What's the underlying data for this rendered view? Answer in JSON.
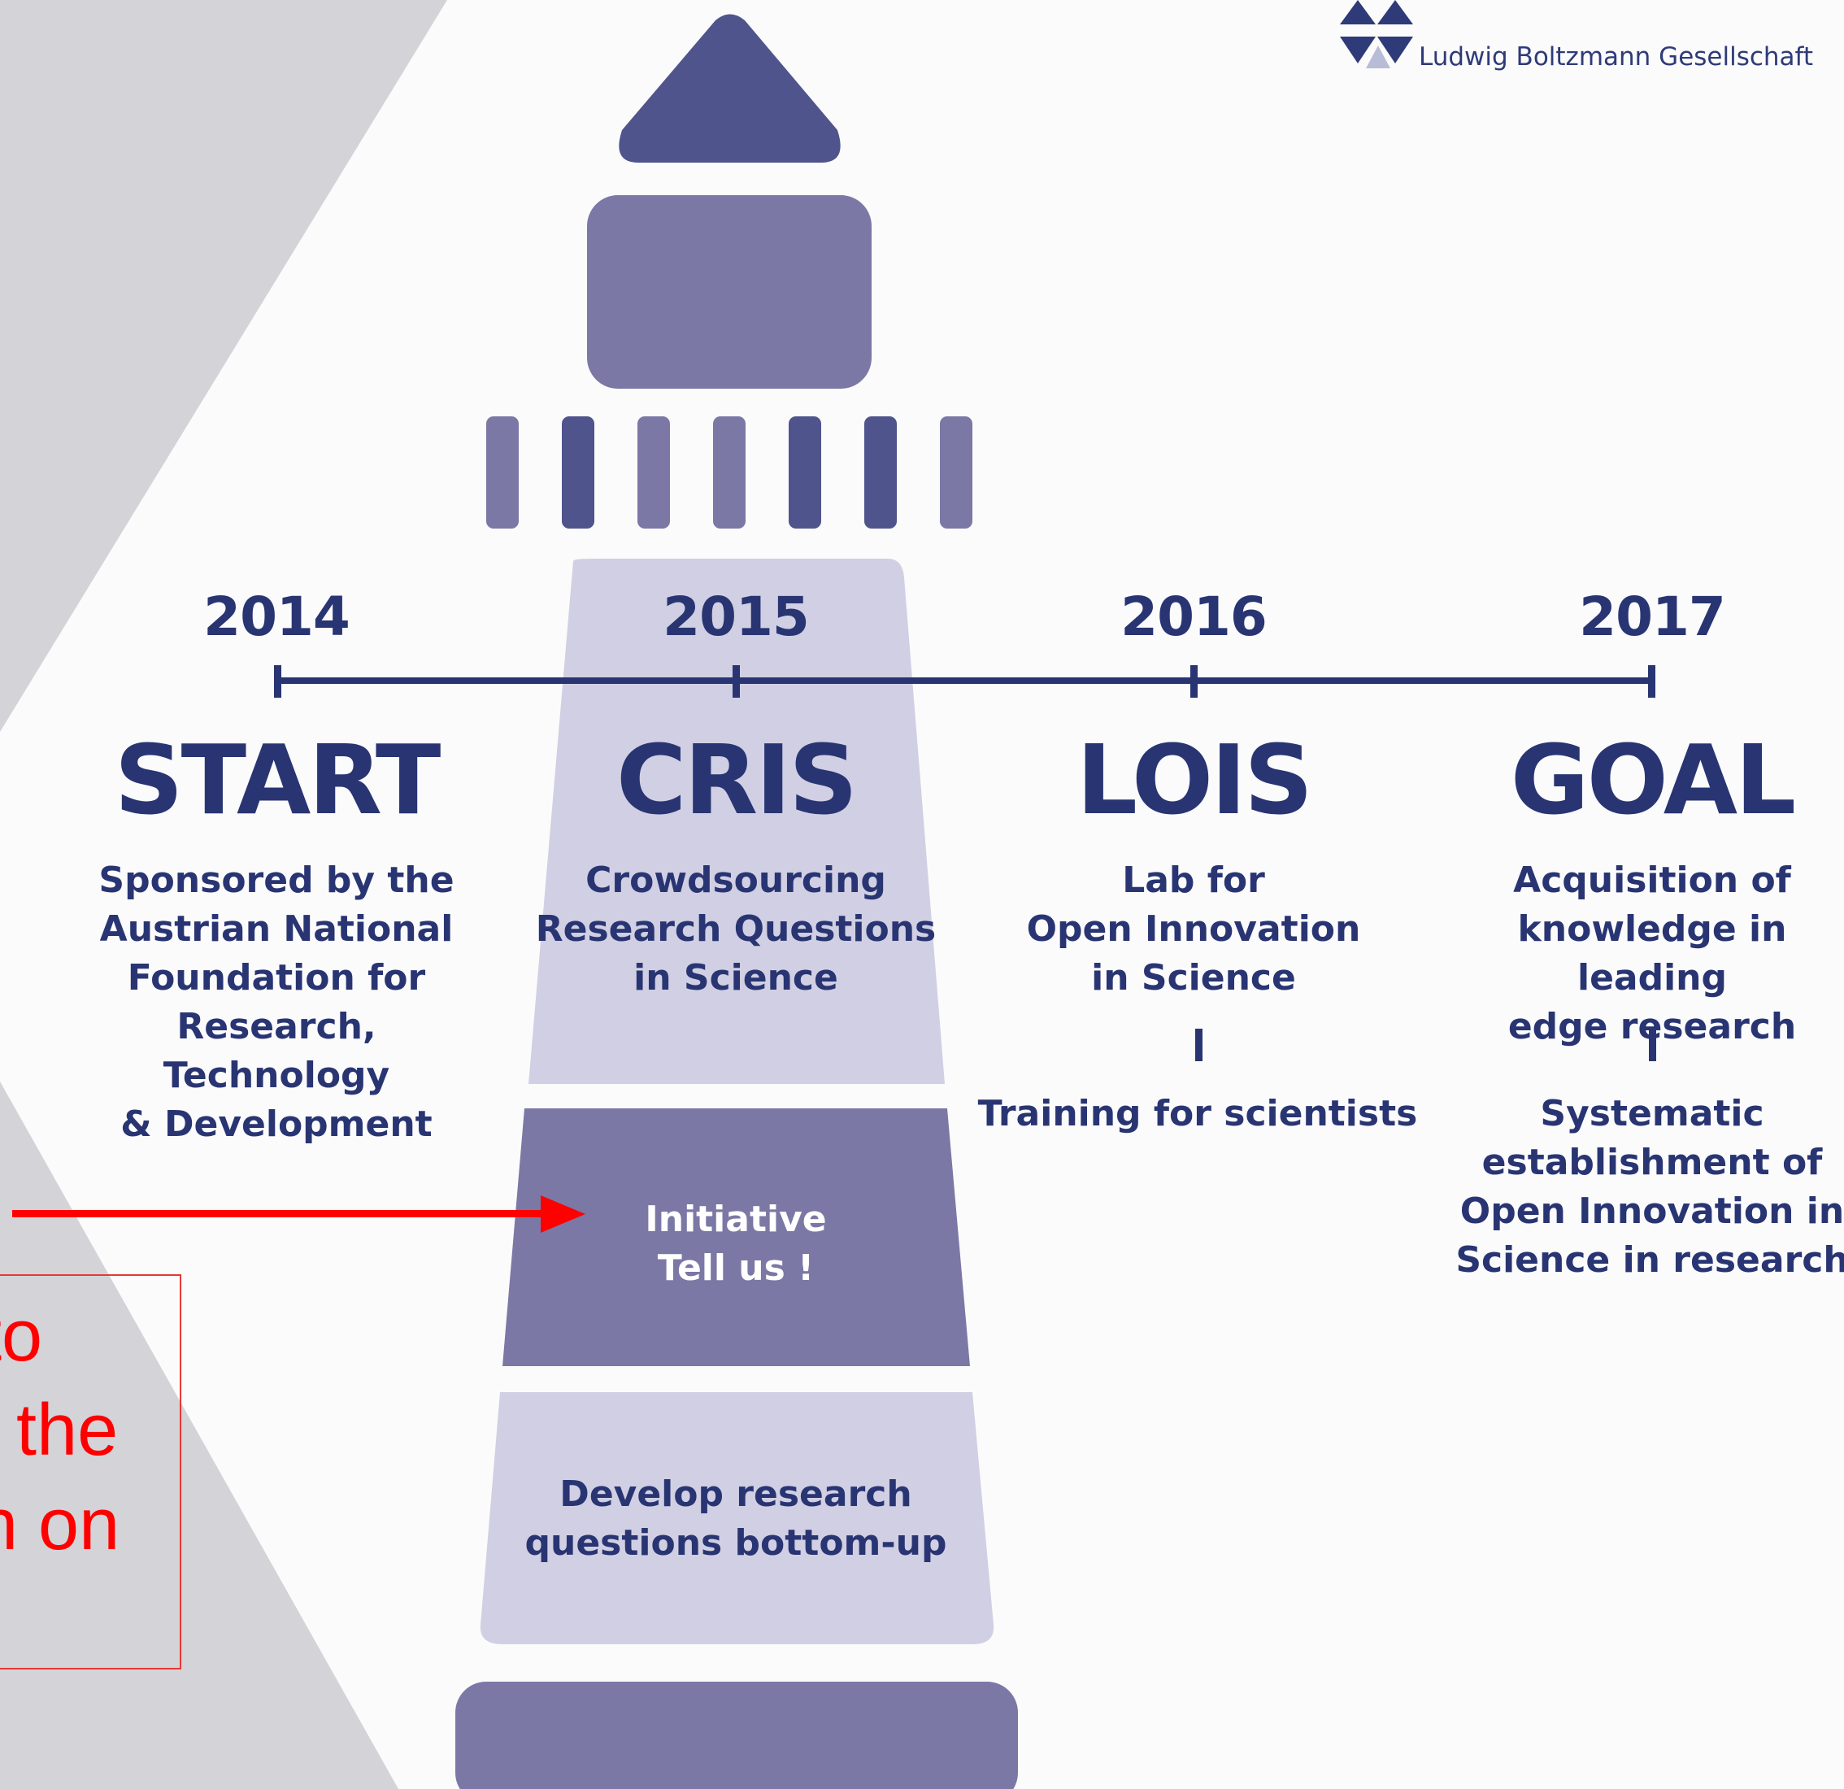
{
  "logo": {
    "org_name": "Ludwig Boltzmann Gesellschaft",
    "icon": "lbg-triangles-icon"
  },
  "timeline": {
    "milestones": [
      {
        "year": "2014",
        "phase": "START",
        "description": [
          "Sponsored by the",
          "Austrian National",
          "Foundation for",
          "Research, Technology",
          "& Development"
        ]
      },
      {
        "year": "2015",
        "phase": "CRIS",
        "description": [
          "Crowdsourcing",
          "Research Questions",
          "in Science"
        ]
      },
      {
        "year": "2016",
        "phase": "LOIS",
        "description": [
          "Lab for",
          "Open Innovation",
          "in Science"
        ],
        "follow_up": [
          "Training for scientists"
        ]
      },
      {
        "year": "2017",
        "phase": "GOAL",
        "description": [
          "Acquisition of",
          "knowledge in leading",
          "edge research"
        ],
        "follow_up": [
          "Systematic",
          "establishment of",
          "Open Innovation in",
          "Science in research"
        ]
      }
    ]
  },
  "lighthouse": {
    "initiative_block": [
      "Initiative",
      "Tell us !"
    ],
    "base_block": [
      "Develop research",
      "questions bottom-up"
    ]
  },
  "annotation": {
    "callout_lines": [
      "to",
      "e the",
      "n on"
    ]
  },
  "colors": {
    "navy": "#293572",
    "dark_purple": "#4f548c",
    "mid_purple": "#7b78a6",
    "light_purple": "#d1cfe3",
    "background_light": "#fbfbfc",
    "background_gray": "#d3d3d8",
    "arrow_red": "#ff0000"
  }
}
